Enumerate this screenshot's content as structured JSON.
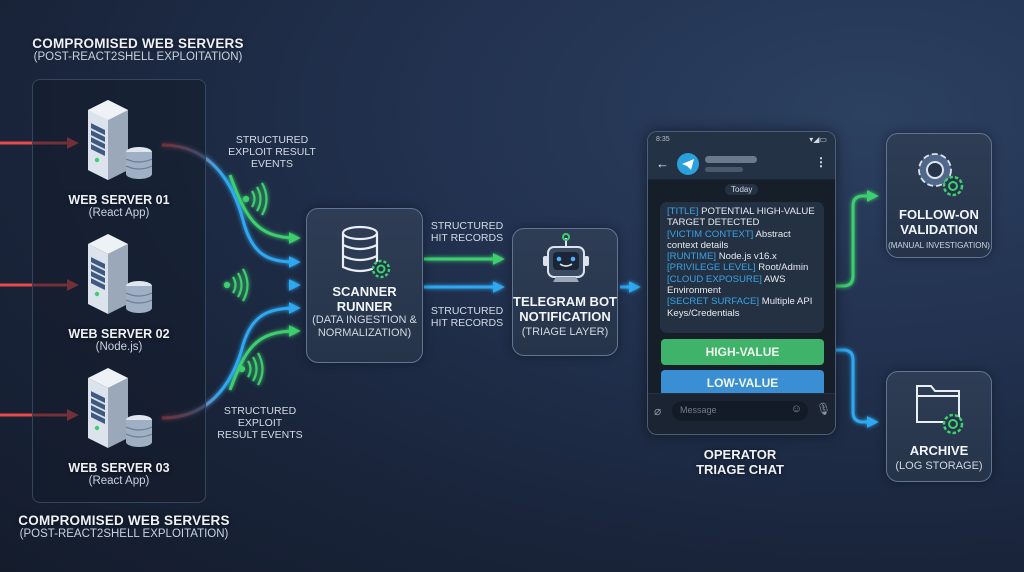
{
  "colors": {
    "background": "#1b2740",
    "attack_red": "#e84a4a",
    "flow_green": "#3ecf6e",
    "flow_blue": "#2fa8f0",
    "telegram_blue": "#2aa0dc",
    "tag_blue": "#3aa3e8",
    "high_value_green": "#3fb36a",
    "low_value_blue": "#3a8fd4"
  },
  "top_group_label": {
    "title": "COMPROMISED WEB SERVERS",
    "subtitle": "(POST-REACT2SHELL EXPLOITATION)"
  },
  "bottom_group_label": {
    "title": "COMPROMISED WEB SERVERS",
    "subtitle": "(POST-REACT2SHELL EXPLOITATION)"
  },
  "servers": [
    {
      "name": "WEB SERVER 01",
      "type": "(React App)"
    },
    {
      "name": "WEB SERVER 02",
      "type": "(Node.js)"
    },
    {
      "name": "WEB SERVER 03",
      "type": "(React App)"
    }
  ],
  "edge_labels": {
    "exploit_top": [
      "STRUCTURED",
      "EXPLOIT RESULT",
      "EVENTS"
    ],
    "exploit_bottom": [
      "STRUCTURED",
      "EXPLOIT",
      "RESULT EVENTS"
    ],
    "hits_top": [
      "STRUCTURED",
      "HIT RECORDS"
    ],
    "hits_bottom": [
      "STRUCTURED",
      "HIT RECORDS"
    ]
  },
  "scanner": {
    "title_lines": [
      "SCANNER",
      "RUNNER"
    ],
    "sub_lines": [
      "(DATA INGESTION &",
      "NORMALIZATION)"
    ],
    "icon": "database-gear-icon"
  },
  "bot": {
    "title_lines": [
      "TELEGRAM BOT",
      "NOTIFICATION"
    ],
    "sub": "(TRIAGE LAYER)",
    "icon": "robot-icon"
  },
  "phone": {
    "time": "8:35",
    "day_label": "Today",
    "message": [
      {
        "tag": "[TITLE]",
        "text": " POTENTIAL HIGH-VALUE TARGET DETECTED"
      },
      {
        "tag": "[VICTIM CONTEXT]",
        "text": " Abstract context details"
      },
      {
        "tag": "[RUNTIME]",
        "text": " Node.js v16.x"
      },
      {
        "tag": "[PRIVILEGE LEVEL]",
        "text": " Root/Admin"
      },
      {
        "tag": "[CLOUD EXPOSURE]",
        "text": " AWS Environment"
      },
      {
        "tag": "[SECRET SURFACE]",
        "text": " Multiple API Keys/Credentials"
      }
    ],
    "buttons": {
      "high": "HIGH-VALUE",
      "low": "LOW-VALUE"
    },
    "input_placeholder": "Message",
    "caption_lines": [
      "OPERATOR",
      "TRIAGE CHAT"
    ]
  },
  "followon": {
    "title_lines": [
      "FOLLOW-ON",
      "VALIDATION"
    ],
    "sub": "(MANUAL INVESTIGATION)",
    "icon": "gears-icon"
  },
  "archive": {
    "title": "ARCHIVE",
    "sub": "(LOG STORAGE)",
    "icon": "folder-gear-icon"
  }
}
